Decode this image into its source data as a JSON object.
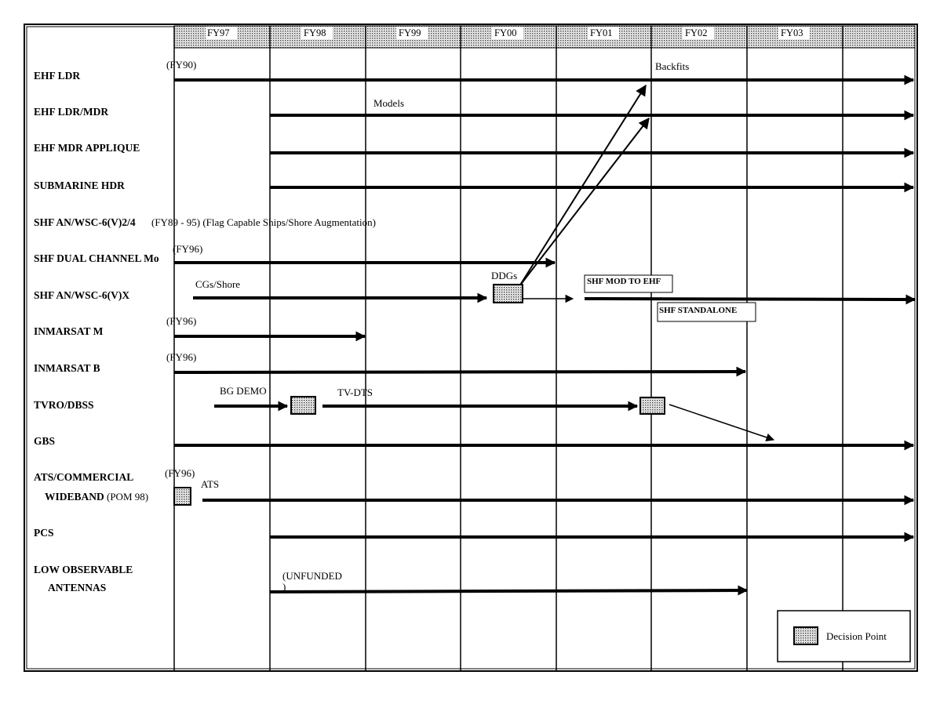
{
  "fiscal_years": [
    "FY97",
    "FY98",
    "FY99",
    "FY00",
    "FY01",
    "FY02",
    "FY03"
  ],
  "programs": [
    {
      "id": "ehf-ldr",
      "label": "EHF LDR"
    },
    {
      "id": "ehf-ldr-mdr",
      "label": "EHF LDR/MDR"
    },
    {
      "id": "ehf-mdr-applique",
      "label": "EHF MDR APPLIQUE"
    },
    {
      "id": "submarine-hdr",
      "label": "SUBMARINE HDR"
    },
    {
      "id": "shf-wsc6-v24",
      "label": "SHF AN/WSC-6(V)2/4",
      "note": "(FY89 - 95) (Flag Capable Ships/Shore Augmentation)"
    },
    {
      "id": "shf-dual-channel",
      "label": "SHF DUAL CHANNEL Mo"
    },
    {
      "id": "shf-wsc6-vx",
      "label": "SHF AN/WSC-6(V)X"
    },
    {
      "id": "inmarsat-m",
      "label": "INMARSAT M"
    },
    {
      "id": "inmarsat-b",
      "label": "INMARSAT B"
    },
    {
      "id": "tvro-dbss",
      "label": "TVRO/DBSS"
    },
    {
      "id": "gbs",
      "label": "GBS"
    },
    {
      "id": "ats-commercial",
      "label": "ATS/COMMERCIAL",
      "label2": "WIDEBAND",
      "note": "(POM 98)"
    },
    {
      "id": "pcs",
      "label": "PCS"
    },
    {
      "id": "low-observable",
      "label": "LOW OBSERVABLE",
      "label2": "ANTENNAS"
    }
  ],
  "annotations": {
    "ehf_ldr_start": "(FY90)",
    "backfits": "Backfits",
    "models": "Models",
    "shf_dual_start": "(FY96)",
    "cgs_shore": "CGs/Shore",
    "ddgs": "DDGs",
    "shf_mod_to_ehf": "SHF MOD TO EHF",
    "shf_standalone": "SHF STANDALONE",
    "inmarsat_m_start": "(FY96)",
    "inmarsat_b_start": "(FY96)",
    "bg_demo": "BG DEMO",
    "tv_dts": "TV-DTS",
    "ats_start": "(FY96)",
    "ats": "ATS",
    "unfunded": "(UNFUNDED",
    "unfunded_tail": ")"
  },
  "legend": {
    "decision_point": "Decision Point"
  }
}
